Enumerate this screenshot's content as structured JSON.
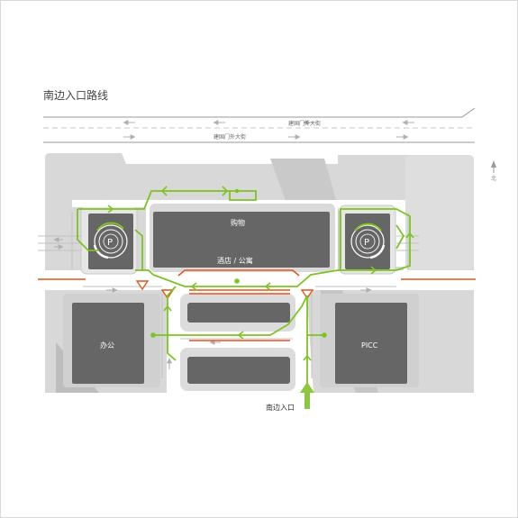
{
  "title": "南边入口路线",
  "roads": {
    "top_road_label": "建国门外大街",
    "bottom_road_label": "建国门外大街"
  },
  "buildings": {
    "shopping": "购物",
    "hotel_apartment": "酒店 / 公寓",
    "office": "办公",
    "picc": "PICC"
  },
  "parking": {
    "left_label": "P",
    "right_label": "P"
  },
  "entrance": {
    "label": "南边入口"
  },
  "colors": {
    "route_green": "#7cc420",
    "entrance_arrow": "#8dc63f",
    "warning_orange": "#e2541e",
    "building_dark": "#666666",
    "block_light": "#d6d6d6",
    "block_mid": "#bfbfbf",
    "lane_line": "#c2c2c2"
  },
  "icons": [
    "parking-icon",
    "warning-triangle-icon",
    "direction-arrow-icon",
    "north-arrow-icon",
    "entrance-arrow-icon"
  ]
}
